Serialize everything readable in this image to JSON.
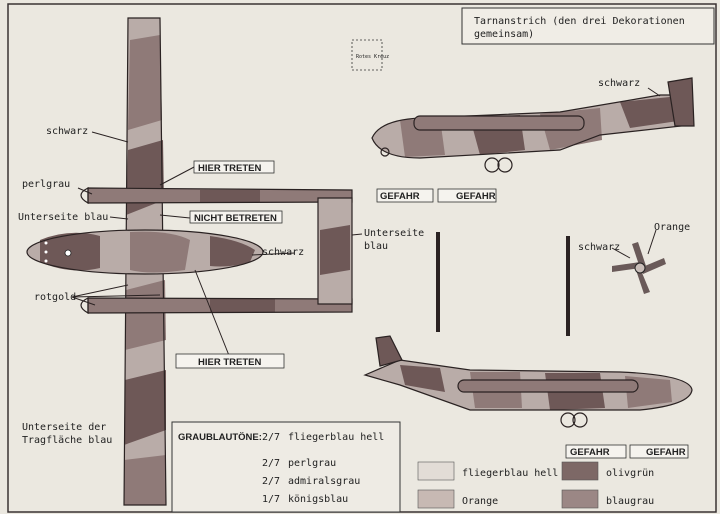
{
  "title": {
    "line1": "Tarnanstrich (den drei Dekorationen",
    "line2": "gemeinsam)"
  },
  "labels": {
    "schwarz_wing": "schwarz",
    "perlgrau": "perlgrau",
    "unterseite_blau": "Unterseite blau",
    "rotgold": "rotgold",
    "schwarz_fuselage": "schwarz",
    "unterseite_boom_1": "Unterseite",
    "unterseite_boom_2": "blau",
    "unterseite_tragflaeche_1": "Unterseite der",
    "unterseite_tragflaeche_2": "Tragfläche blau",
    "schwarz_tail": "schwarz",
    "schwarz_prop": "schwarz",
    "orange_prop": "Orange"
  },
  "stencils": {
    "hier_treten_top": "HIER TRETEN",
    "nicht_betreten": "NICHT BETRETEN",
    "hier_treten_bottom": "HIER TRETEN",
    "gefahr_1": "GEFAHR",
    "gefahr_2": "GEFAHR",
    "gefahr_3": "GEFAHR",
    "gefahr_4": "GEFAHR"
  },
  "graublautoene": {
    "heading": "GRAUBLAUTÖNE:",
    "rows": [
      {
        "ratio": "2/7",
        "name": "fliegerblau hell"
      },
      {
        "ratio": "2/7",
        "name": "perlgrau"
      },
      {
        "ratio": "2/7",
        "name": "admiralsgrau"
      },
      {
        "ratio": "1/7",
        "name": "königsblau"
      }
    ]
  },
  "legend": [
    {
      "name": "fliegerblau hell",
      "color": "#e2dcd6"
    },
    {
      "name": "olivgrün",
      "color": "#7d6866"
    },
    {
      "name": "Orange",
      "color": "#c7b9b3"
    },
    {
      "name": "blaugrau",
      "color": "#9b8785"
    }
  ]
}
